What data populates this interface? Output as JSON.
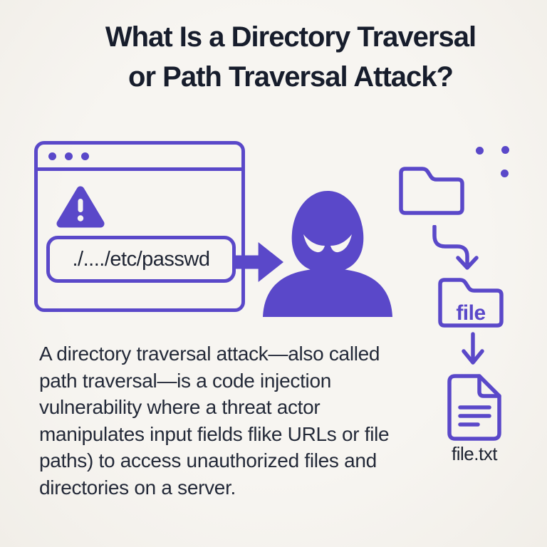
{
  "colors": {
    "background": "#f5f2ee",
    "accent_purple": "#5a48c9",
    "title_text": "#171d2c",
    "body_text": "#232938"
  },
  "title": {
    "line1": "What Is a Directory Traversal",
    "line2": "or Path Traversal Attack?"
  },
  "browser": {
    "url_text": "./..../etc/passwd"
  },
  "diagram": {
    "file_folder_label": "file",
    "file_txt_label": "file.txt"
  },
  "body": {
    "lines": [
      "A directory traversal attack—also called",
      "path traversal—is a code injection",
      "vulnerability where a threat actor",
      "manipulates input fields flike URLs or file",
      "paths) to access unauthorized files and",
      "directories on a server."
    ]
  }
}
